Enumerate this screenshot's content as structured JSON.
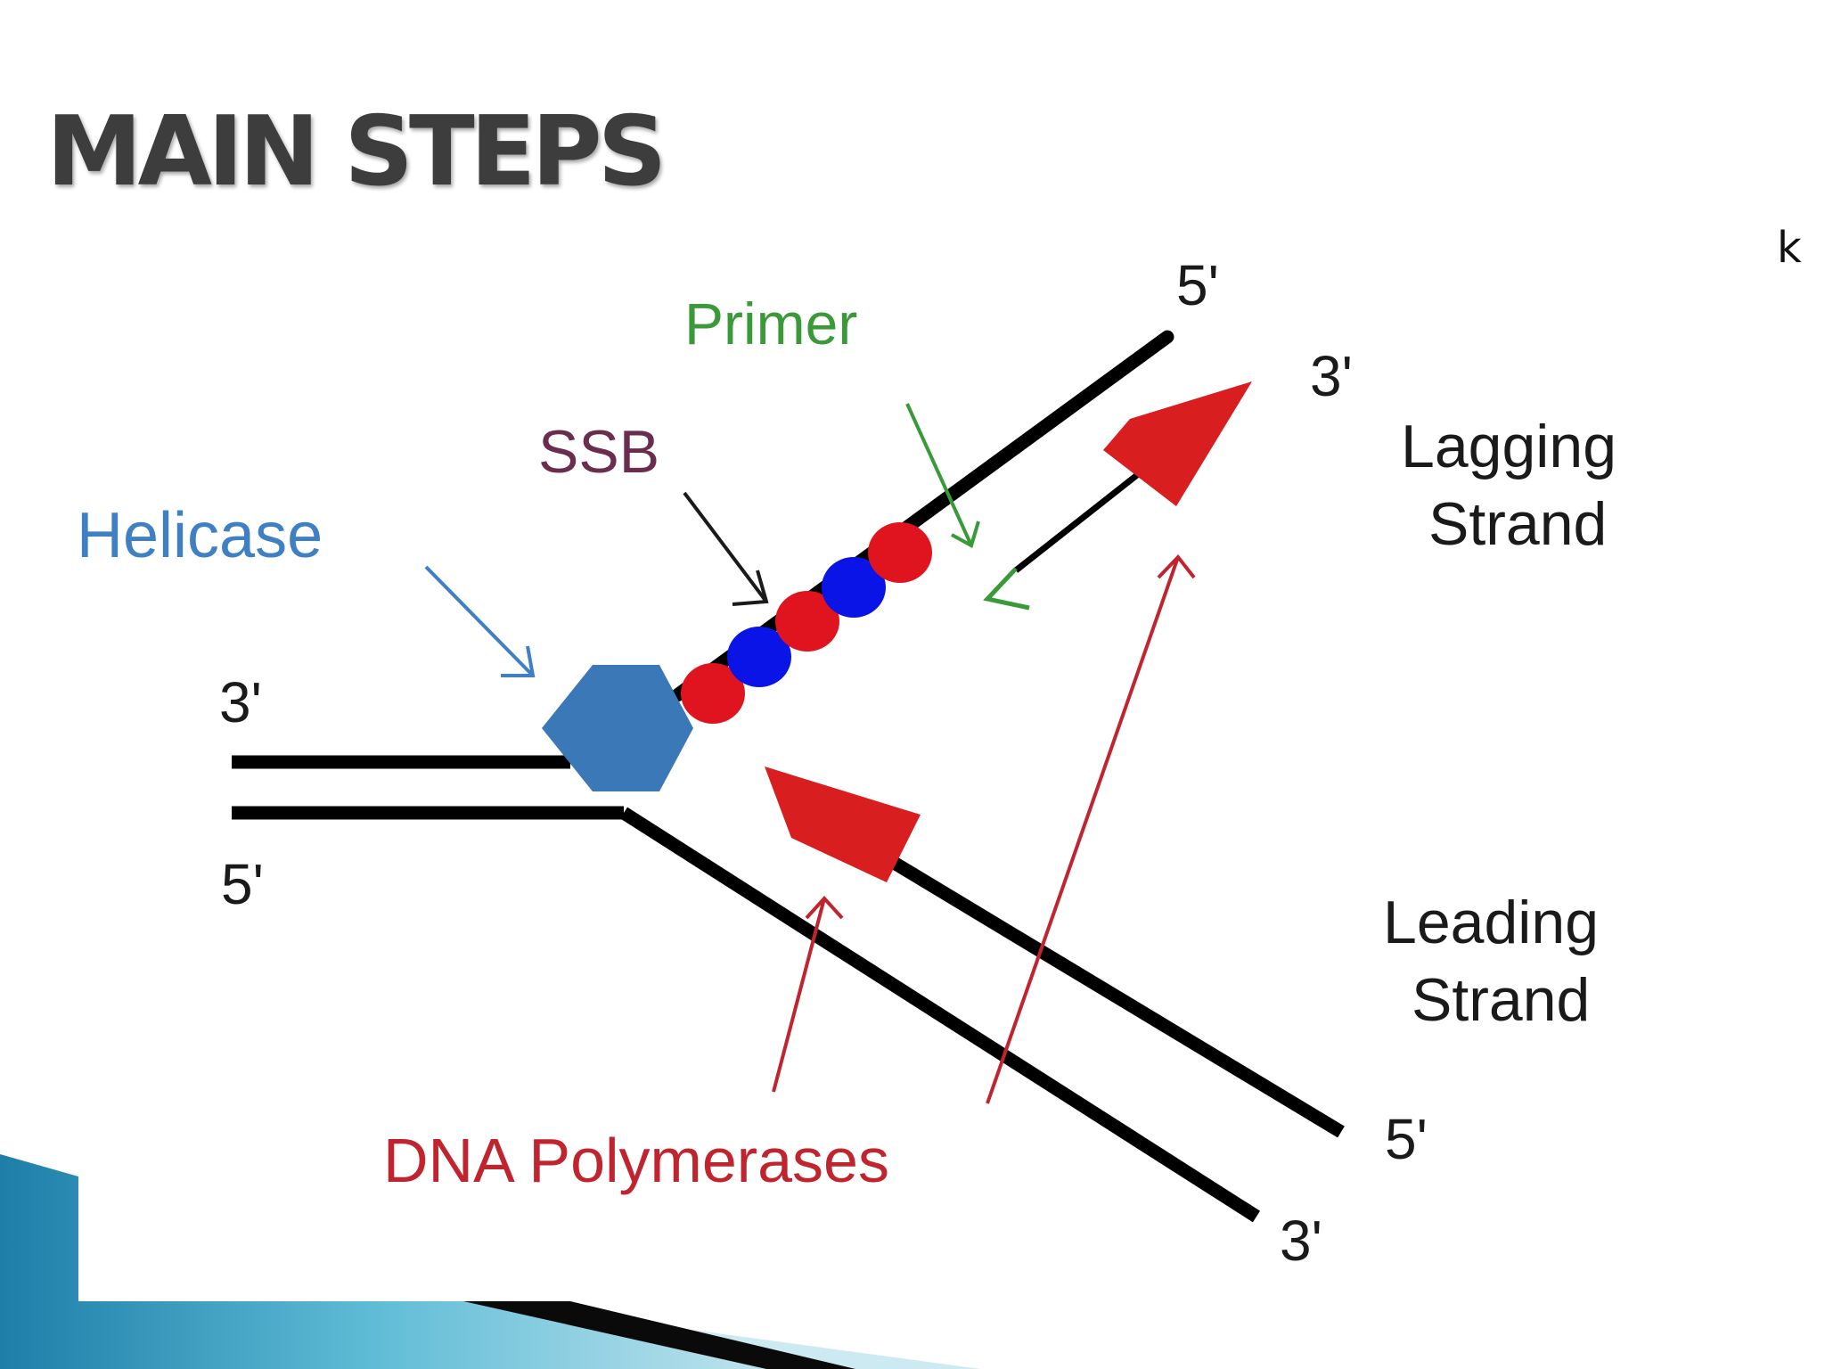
{
  "slide": {
    "title": "MAIN STEPS",
    "text_fragment": "k"
  },
  "diagram": {
    "labels": {
      "primer": "Primer",
      "ssb": "SSB",
      "helicase": "Helicase",
      "lagging_strand": [
        "Lagging",
        "Strand"
      ],
      "leading_strand": [
        "Leading",
        "Strand"
      ],
      "dna_polymerases": "DNA Polymerases"
    },
    "end_labels": {
      "parent_top": "3'",
      "parent_bottom": "5'",
      "lagging_template_end": "5'",
      "lagging_new_strand_end": "3'",
      "leading_template_end": "5'",
      "leading_new_strand_end": "3'"
    },
    "colors": {
      "dna_strand": "#000000",
      "helicase": "#3b78b8",
      "ssb_red": "#e0141e",
      "ssb_blue": "#0a14e6",
      "polymerase": "#d81e1e",
      "primer": "#3a9a3a",
      "helicase_label": "#3f7fc4",
      "ssb_label": "#6b2d4e",
      "polymerase_label": "#c0252f",
      "strand_label": "#1a1a1a"
    }
  },
  "decor": {
    "corner_colors": [
      "#1e7ea8",
      "#5fbcd6",
      "#cde9f1",
      "#0a0a0a"
    ]
  }
}
